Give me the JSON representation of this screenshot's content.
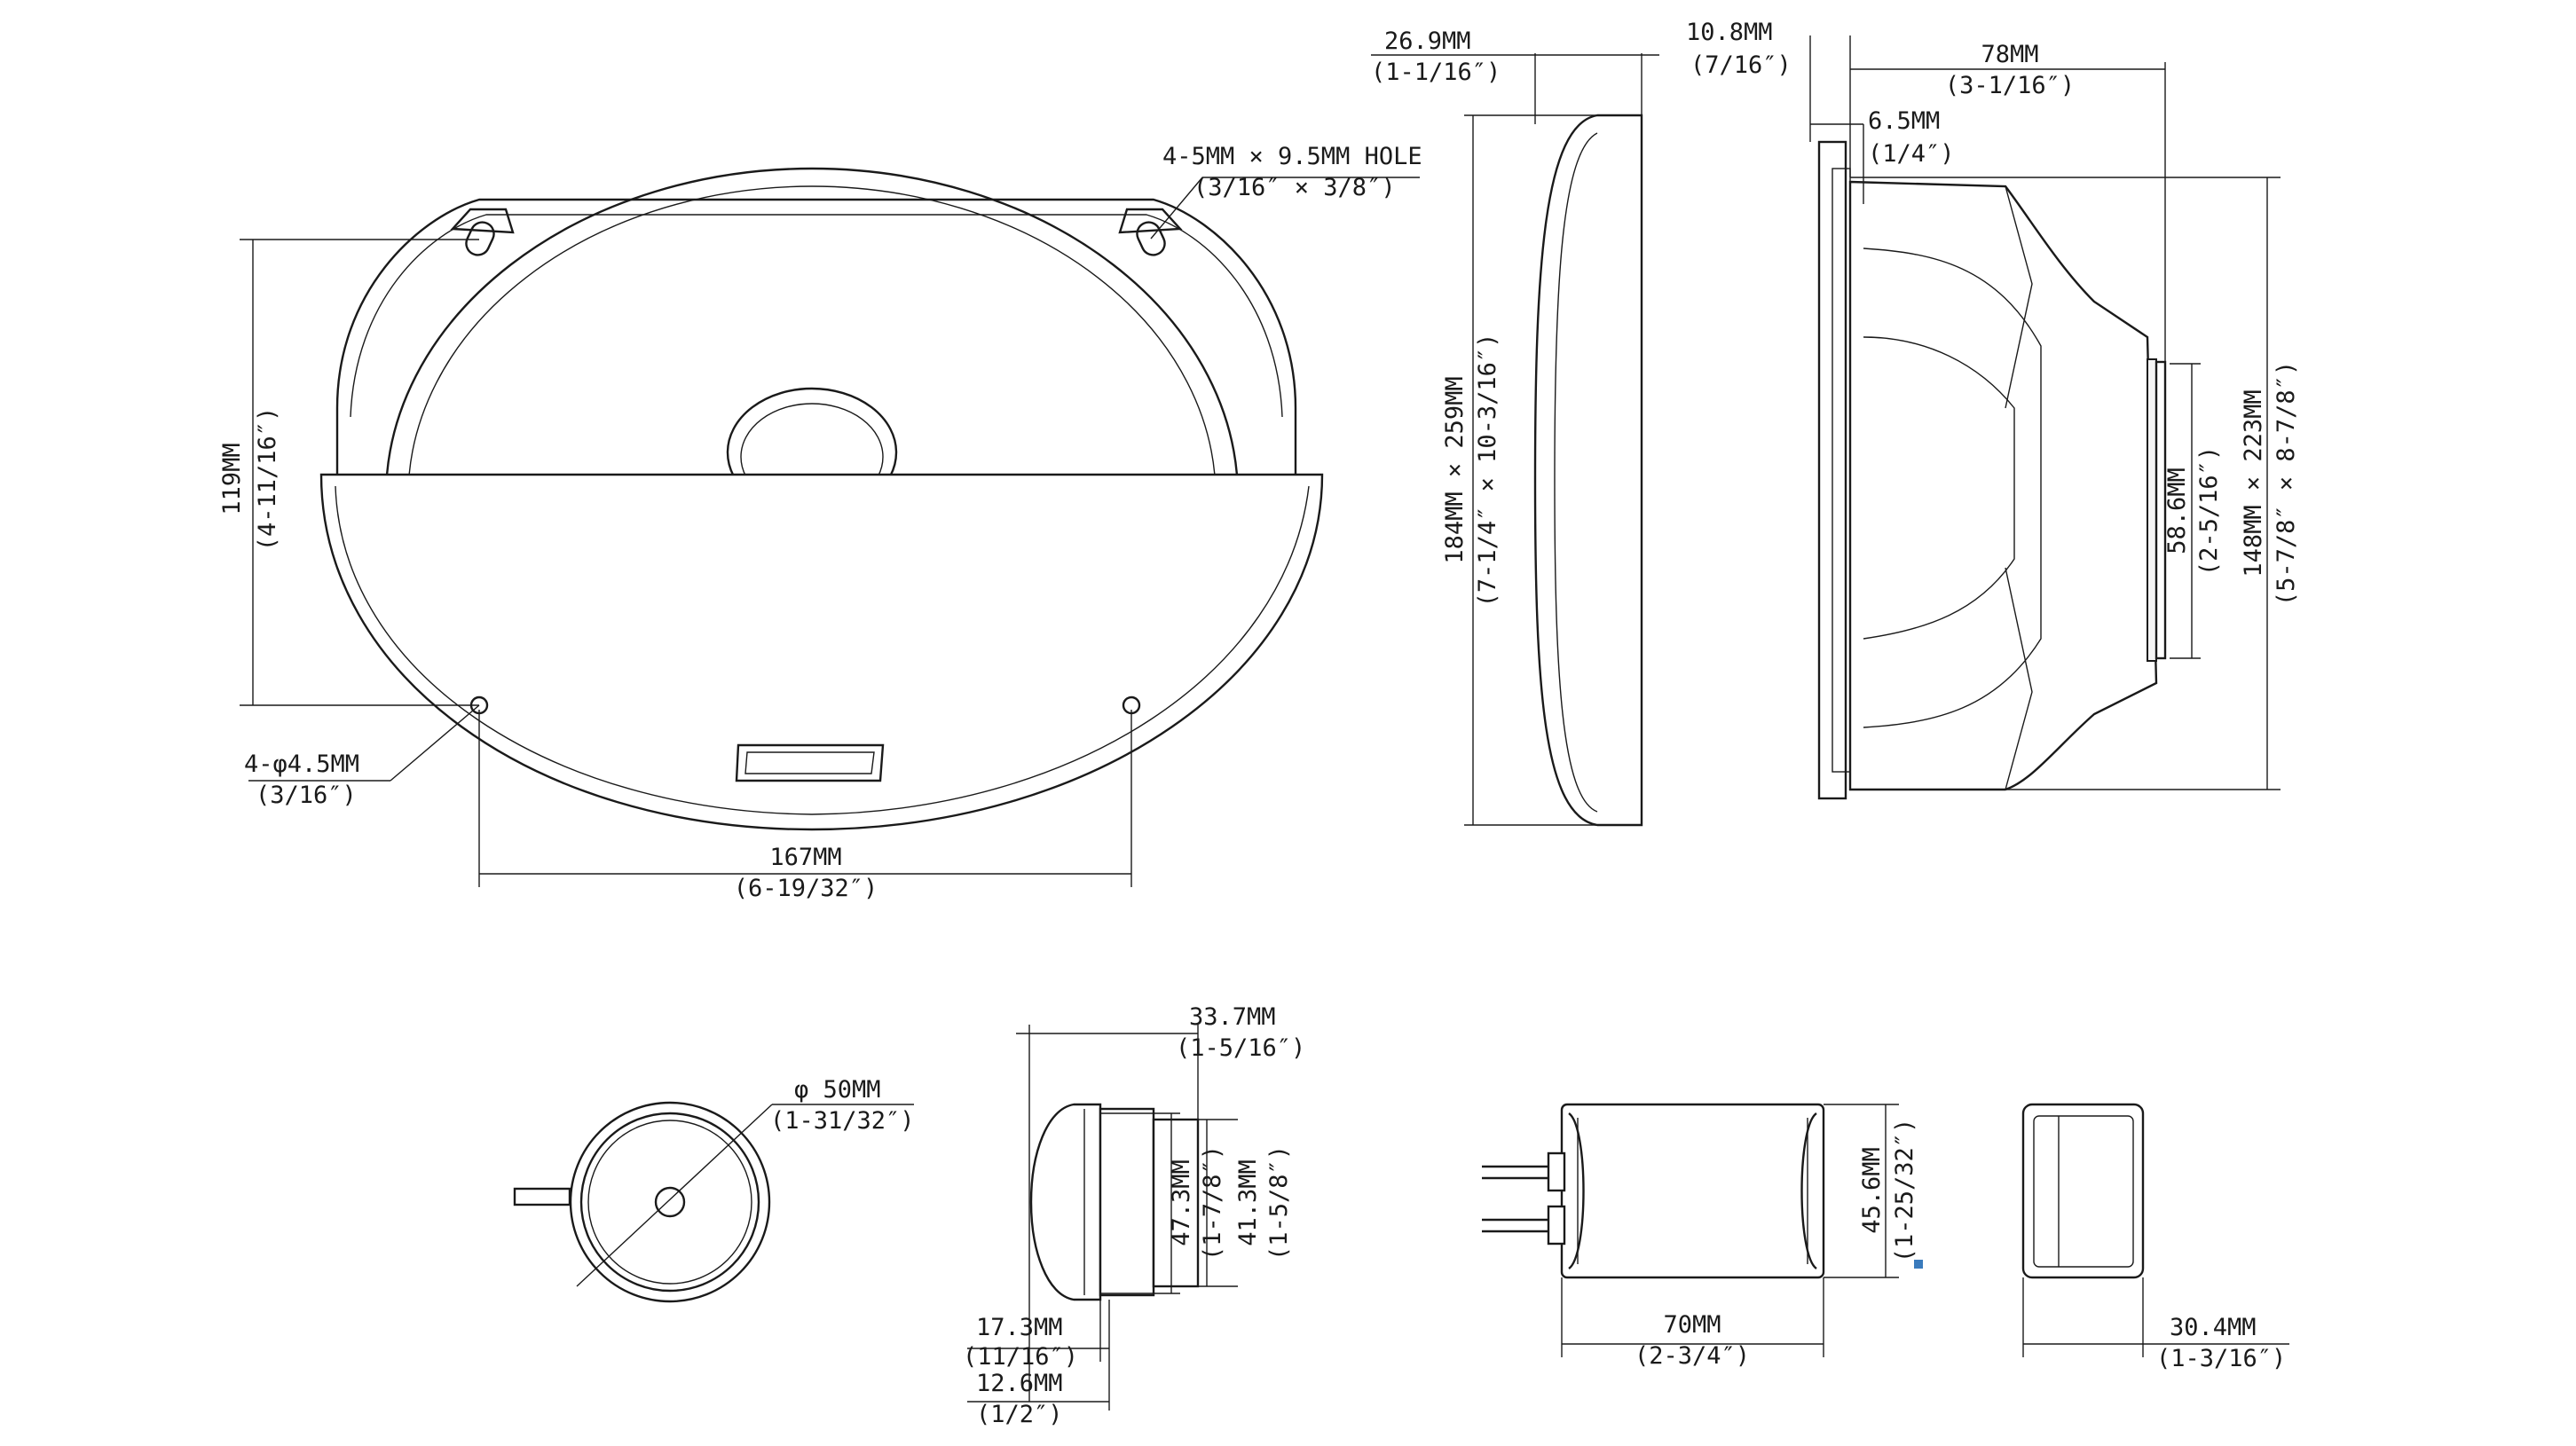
{
  "labels": {
    "hole": [
      "4-5MM × 9.5MM HOLE",
      "(3/16″ × 3/8″)"
    ],
    "height_119": [
      "119MM",
      "(4-11/16″)"
    ],
    "phi45": [
      "4-φ4.5MM",
      "(3/16″)"
    ],
    "w167": [
      "167MM",
      "(6-19/32″)"
    ],
    "d269": [
      "26.9MM",
      "(1-1/16″)"
    ],
    "size184": [
      "184MM × 259MM",
      "(7-1/4″ × 10-3/16″)"
    ],
    "d108": [
      "10.8MM",
      "(7/16″)"
    ],
    "d78": [
      "78MM",
      "(3-1/16″)"
    ],
    "d65": [
      "6.5MM",
      "(1/4″)"
    ],
    "d586": [
      "58.6MM",
      "(2-5/16″)"
    ],
    "size148": [
      "148MM × 223MM",
      "(5-7/8″ × 8-7/8″)"
    ],
    "phi50": [
      "φ 50MM",
      "(1-31/32″)"
    ],
    "d337": [
      "33.7MM",
      "(1-5/16″)"
    ],
    "d473": [
      "47.3MM",
      "(1-7/8″)"
    ],
    "d413": [
      "41.3MM",
      "(1-5/8″)"
    ],
    "d173": [
      "17.3MM",
      "(11/16″)"
    ],
    "d126": [
      "12.6MM",
      "(1/2″)"
    ],
    "d456": [
      "45.6MM",
      "(1-25/32″)"
    ],
    "d70": [
      "70MM",
      "(2-3/4″)"
    ],
    "d304": [
      "30.4MM",
      "(1-3/16″)"
    ]
  }
}
